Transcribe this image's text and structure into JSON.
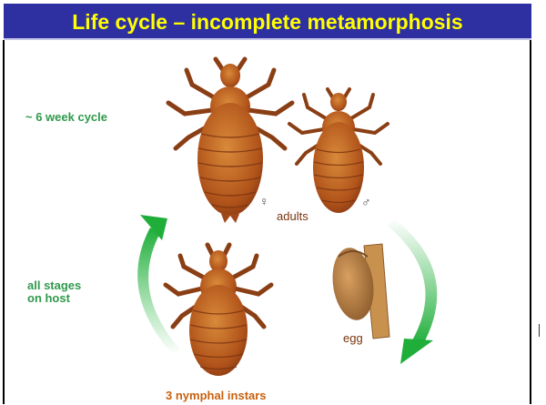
{
  "title": "Life cycle – incomplete metamorphosis",
  "labels": {
    "cycle_length": "~ 6 week cycle",
    "host_line1": "all stages",
    "host_line2": "on host",
    "adults": "adults",
    "female_symbol": "♀",
    "male_symbol": "♂",
    "egg": "egg",
    "nymphs": "3 nymphal instars"
  },
  "colors": {
    "title_bar": "#2e2fa0",
    "title_text": "#ffff00",
    "green_text": "#2f9a4c",
    "brown_text": "#7a3510",
    "orange_text": "#c8610f",
    "louse_body": "#b85a1e",
    "arrow_green": "#1fae3a"
  },
  "icons": [
    "female-louse-icon",
    "male-louse-icon",
    "nymph-louse-icon",
    "egg-on-hair-icon",
    "cycle-arrow-icon"
  ]
}
